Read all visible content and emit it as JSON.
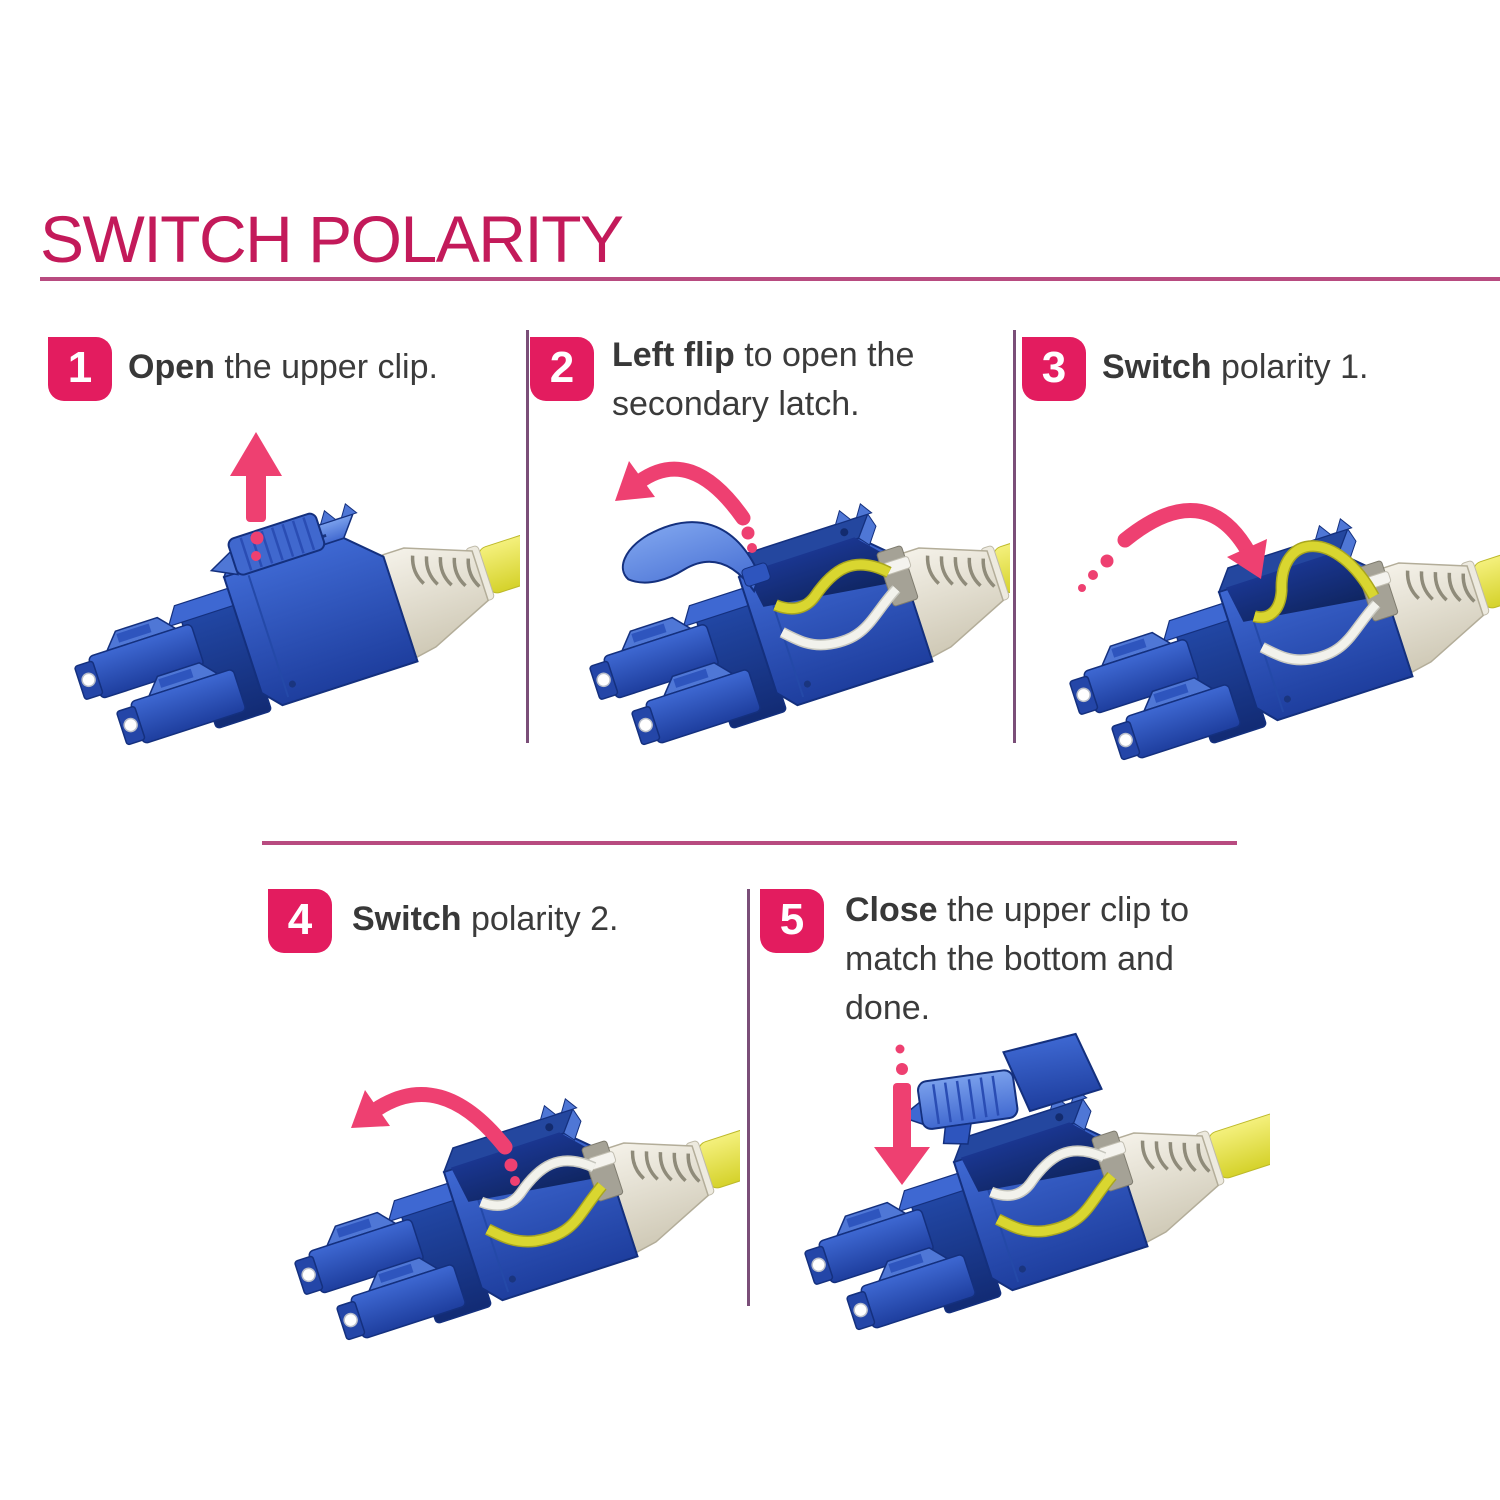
{
  "title": "SWITCH POLARITY",
  "steps": [
    {
      "number": "1",
      "bold": "Open",
      "rest": " the upper clip.",
      "icon": "up-arrow"
    },
    {
      "number": "2",
      "bold": "Left flip",
      "rest": " to open the secondary latch.",
      "icon": "flip-open-curved-arrow"
    },
    {
      "number": "3",
      "bold": "Switch",
      "rest": " polarity 1.",
      "icon": "swap-curved-arrow"
    },
    {
      "number": "4",
      "bold": "Switch",
      "rest": " polarity 2.",
      "icon": "flip-back-curved-arrow"
    },
    {
      "number": "5",
      "bold": "Close",
      "rest": " the upper clip to match the bottom and done.",
      "icon": "down-arrow"
    }
  ],
  "colors": {
    "title_crimson": "#C31A5A",
    "badge_pink": "#E31C5F",
    "arrow_pink": "#EE4071",
    "divider_pink": "#B84B80",
    "divider_purple": "#7A4E78",
    "text_dark": "#3B3B3B",
    "connector_blue": "#2E59C4",
    "cable_yellow": "#E6E33B",
    "boot_beige": "#E9E5DA"
  },
  "illustration_subject": "LC duplex uniboot fiber connector with yellow cable"
}
